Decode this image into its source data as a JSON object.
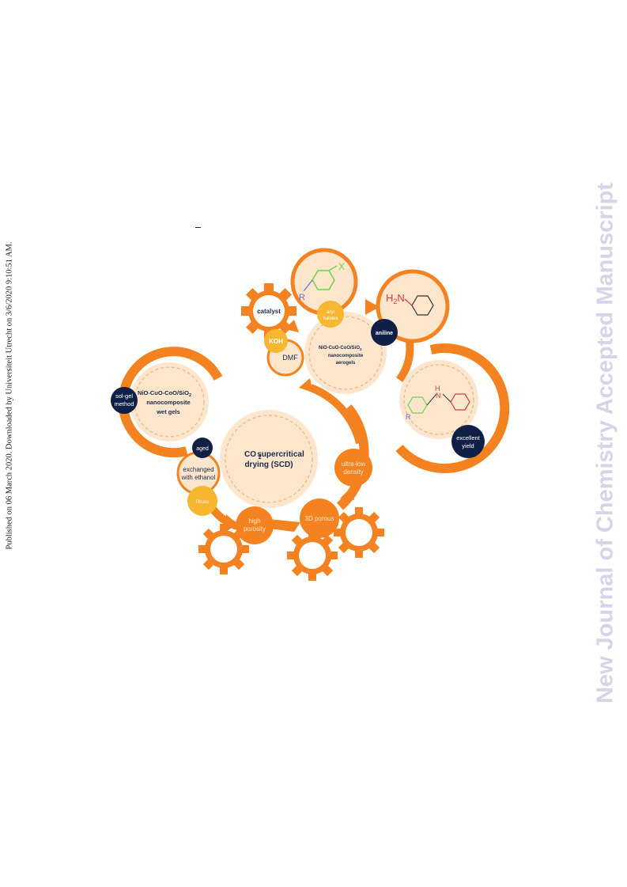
{
  "side_notes": {
    "published": "Published on 06 March 2020. Downloaded by Universiteit Utrecht on 3/6/2020 9:10:51 AM.",
    "journal_watermark": "New Journal of Chemistry Accepted Manuscript"
  },
  "figure": {
    "center_title_line1": "supercritical",
    "center_title_line2": "drying (SCD)",
    "co2_label": "CO",
    "co2_subscript": "2",
    "wet_gel_line1": "NiO-CuO-CoO/SiO",
    "wet_gel_sub": "2",
    "wet_gel_line2": "nanocomposite",
    "wet_gel_line3": "wet gels",
    "aerogel_line1": "NiO-CuO-CoO/SiO",
    "aerogel_sub": "2",
    "aerogel_line2": "nanocomposite",
    "aerogel_line3": "aerogels",
    "sol_gel_line1": "sol-gel",
    "sol_gel_line2": "method",
    "aged": "aged",
    "exchanged_line1": "exchanged",
    "exchanged_line2": "with ethanol",
    "filtrate": "filtrate",
    "high_porosity_line1": "high",
    "high_porosity_line2": "porosity",
    "porous_3d": "3D porous",
    "ultra_low_line1": "ultra-low",
    "ultra_low_line2": "density",
    "catalyst": "catalyst",
    "koh": "KOH",
    "dmf": "DMF",
    "aryl_line1": "aryl",
    "aryl_line2": "halides",
    "aniline": "aniline",
    "excellent_line1": "excellent",
    "excellent_line2": "yield",
    "mol_x": "X",
    "mol_r": "R",
    "mol_h2n": "H",
    "mol_h2n_sub": "2",
    "mol_n": "N",
    "mol_h": "H",
    "mol_n2": "N",
    "mol_r2": "R"
  },
  "colors": {
    "orange": "#f58220",
    "light_peach": "#fde6cc",
    "navy": "#0f1f45",
    "yellow": "#f7b731",
    "green": "#6fd24a",
    "purple": "#6a6ad8",
    "red": "#d33a3a"
  }
}
